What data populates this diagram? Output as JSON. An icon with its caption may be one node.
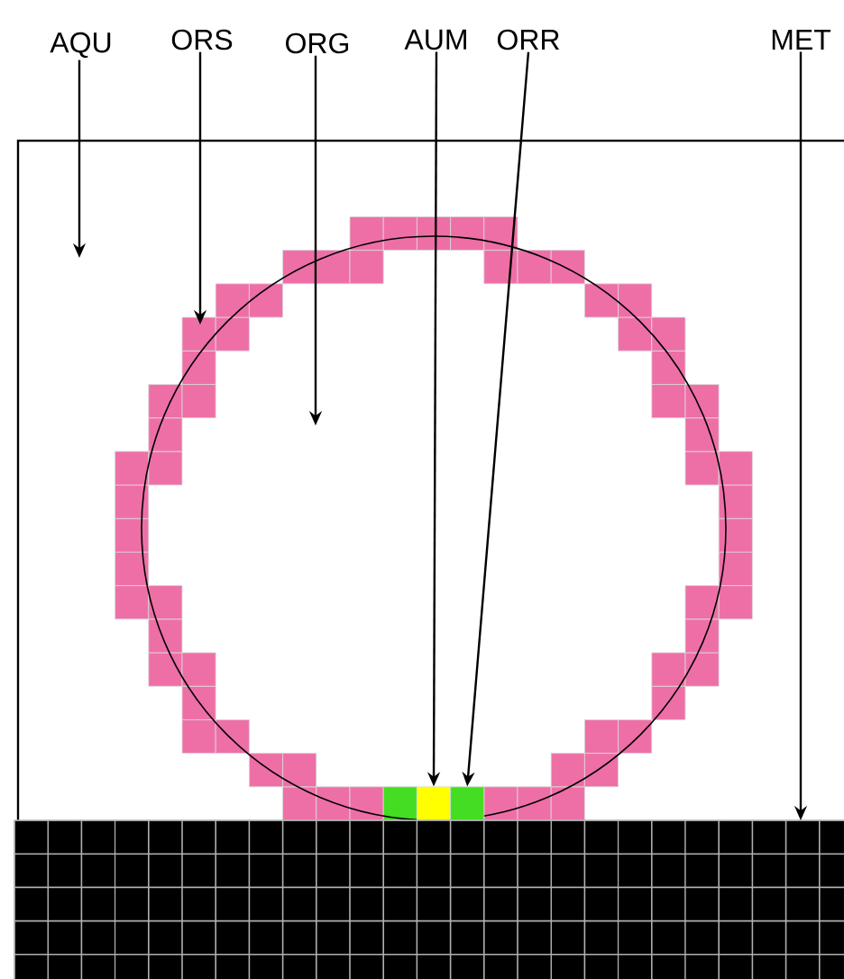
{
  "diagram": {
    "nodes": [
      {
        "text": [
          "AQU"
        ]
      },
      {
        "text": [
          "ORS"
        ]
      },
      {
        "text": [
          "ORG"
        ]
      },
      {
        "text": [
          "AUM"
        ]
      },
      {
        "text": [
          "ORR"
        ]
      },
      {
        "text": [
          "MET"
        ]
      },
      {
        "text": [],
        "shape": "box"
      },
      {
        "text": [],
        "shape": "box"
      },
      {
        "text": [],
        "shape": "box"
      }
    ],
    "edges": [
      {
        "from": 0,
        "to": null,
        "arrow": "to"
      },
      {
        "from": 1,
        "to": null,
        "arrow": "to"
      },
      {
        "from": 2,
        "to": null,
        "arrow": "to"
      },
      {
        "from": 3,
        "to": 6,
        "arrow": "to"
      },
      {
        "from": 4,
        "to": 7,
        "arrow": "to"
      },
      {
        "from": 5,
        "to": 8,
        "arrow": "to"
      }
    ]
  }
}
